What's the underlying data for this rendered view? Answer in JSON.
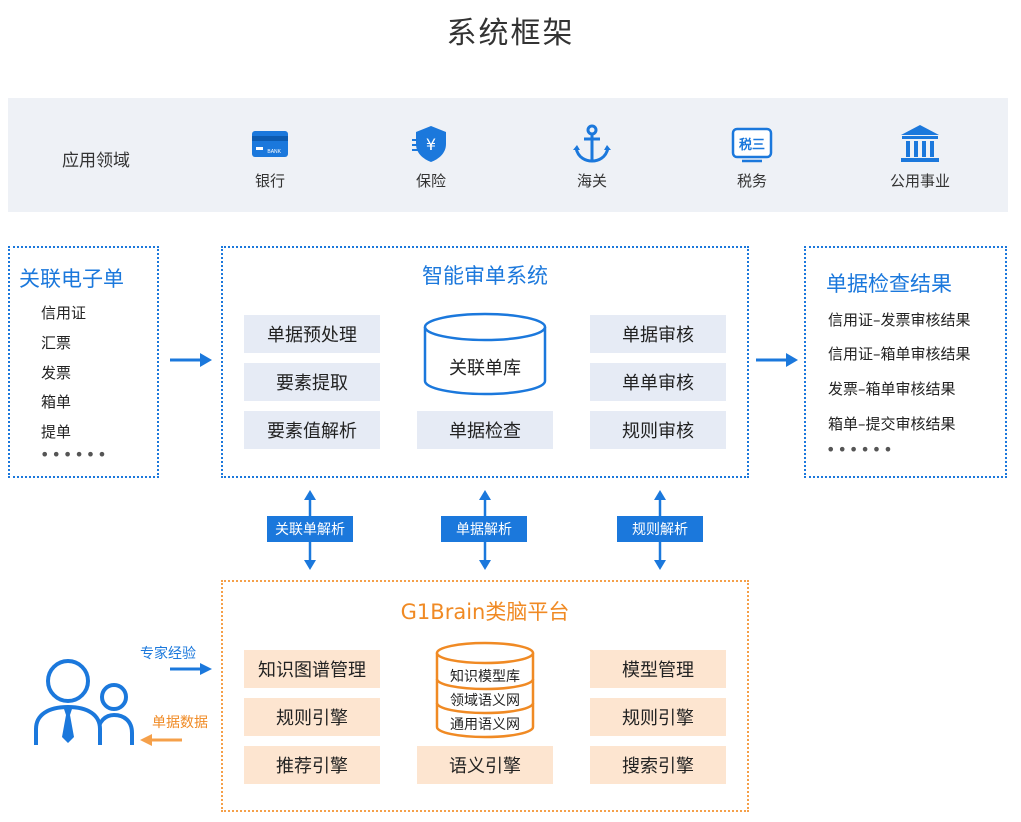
{
  "title": "系统框架",
  "domains": {
    "label": "应用领域",
    "items": [
      {
        "label": "银行",
        "icon": "bank-card-icon",
        "icon_text": "BANK"
      },
      {
        "label": "保险",
        "icon": "insurance-shield-icon",
        "icon_text": "¥"
      },
      {
        "label": "海关",
        "icon": "anchor-icon"
      },
      {
        "label": "税务",
        "icon": "tax-icon",
        "icon_text": "税三"
      },
      {
        "label": "公用事业",
        "icon": "public-building-icon"
      }
    ]
  },
  "input_box": {
    "title": "关联电子单",
    "items": [
      "信用证",
      "汇票",
      "发票",
      "箱单",
      "提单"
    ],
    "more": "••••••"
  },
  "system_box": {
    "title": "智能审单系统",
    "left": [
      "单据预处理",
      "要素提取",
      "要素值解析"
    ],
    "db_label": "关联单库",
    "center_bottom": "单据检查",
    "right": [
      "单据审核",
      "单单审核",
      "规则审核"
    ]
  },
  "result_box": {
    "title": "单据检查结果",
    "items": [
      "信用证–发票审核结果",
      "信用证–箱单审核结果",
      "发票–箱单审核结果",
      "箱单–提交审核结果"
    ],
    "more": "••••••"
  },
  "connectors": [
    "关联单解析",
    "单据解析",
    "规则解析"
  ],
  "brain_box": {
    "title": "G1Brain类脑平台",
    "left": [
      "知识图谱管理",
      "规则引擎",
      "推荐引擎"
    ],
    "db_layers": [
      "知识模型库",
      "领域语义网",
      "通用语义网"
    ],
    "center_bottom": "语义引擎",
    "right": [
      "模型管理",
      "规则引擎",
      "搜索引擎"
    ]
  },
  "user": {
    "expert_label": "专家经验",
    "data_label": "单据数据"
  },
  "colors": {
    "blue": "#1b78dc",
    "orange": "#f08a24",
    "block_blue": "#e6ebf5",
    "block_peach": "#fde5d0",
    "domain_bg": "#eef1f6"
  }
}
